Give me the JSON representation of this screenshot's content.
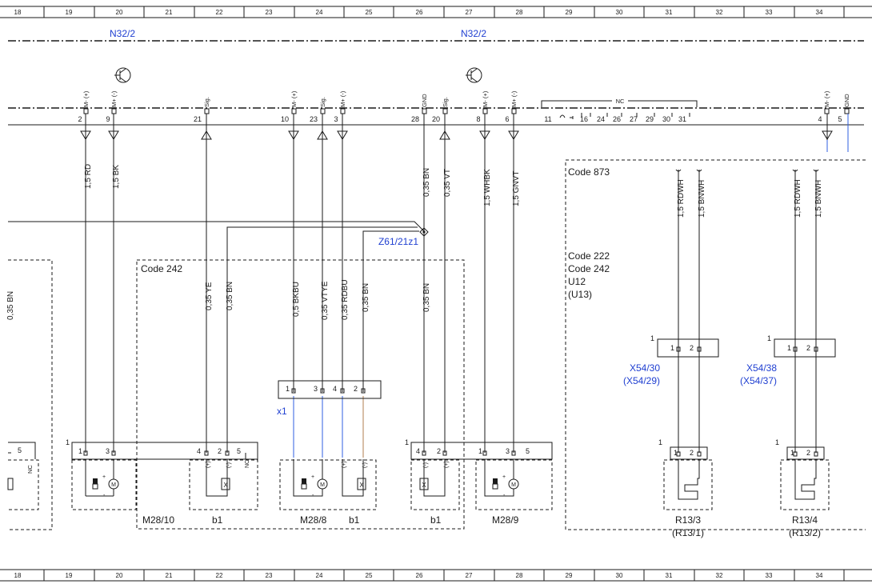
{
  "grid": {
    "top": [
      "18",
      "19",
      "20",
      "21",
      "22",
      "23",
      "24",
      "25",
      "26",
      "27",
      "28",
      "29",
      "30",
      "31",
      "32",
      "33",
      "34"
    ],
    "bottom": [
      "18",
      "19",
      "20",
      "21",
      "22",
      "23",
      "24",
      "25",
      "26",
      "27",
      "28",
      "29",
      "30",
      "31",
      "32",
      "33",
      "34"
    ]
  },
  "modules": {
    "left": "N32/2",
    "right": "N32/2"
  },
  "pins": [
    {
      "sig": "M- (+)",
      "num": "2"
    },
    {
      "sig": "M+ (-)",
      "num": "9"
    },
    {
      "sig": "Sig.",
      "num": "21"
    },
    {
      "sig": "M- (+)",
      "num": "10"
    },
    {
      "sig": "Sig.",
      "num": "23"
    },
    {
      "sig": "M+ (-)",
      "num": "3"
    },
    {
      "sig": "GND",
      "num": "28"
    },
    {
      "sig": "Sig.",
      "num": "20"
    },
    {
      "sig": "M- (+)",
      "num": "8"
    },
    {
      "sig": "M+ (-)",
      "num": "6"
    },
    {
      "sig": "M- (+)",
      "num": "4"
    },
    {
      "sig": "GND",
      "num": "5"
    }
  ],
  "nc": {
    "label": "NC",
    "pins": [
      "11",
      "16",
      "24",
      "26",
      "27",
      "29",
      "30",
      "31"
    ]
  },
  "wires": {
    "top": [
      "1,5 RD",
      "1,5 BK",
      "0,35 BN",
      "0,35 VT",
      "1,5 WHBK",
      "1,5 GNVT"
    ],
    "mid": [
      "0,35 YE",
      "0,35 BN",
      "0,5 BKBU",
      "0,35 VTYE",
      "0,35 RDBU",
      "0,35 BN",
      "0,35 BN"
    ],
    "left_edge": "0,35 BN",
    "heater": [
      "1,5 RDWH",
      "1,5 BNWH",
      "1,5 RDWH",
      "1,5 BNWH"
    ]
  },
  "splice": "Z61/21z1",
  "codes": {
    "code242": "Code 242",
    "code873": "Code 873",
    "block": [
      "Code 222",
      "Code 242",
      "U12",
      "(U13)"
    ]
  },
  "connectors": {
    "x1": {
      "label": "x1",
      "pins": [
        "1",
        "3",
        "4",
        "2"
      ]
    },
    "x54_30": {
      "label": [
        "X54/30",
        "(X54/29)"
      ],
      "first": "1",
      "pins": [
        "1",
        "2"
      ]
    },
    "x54_38": {
      "label": [
        "X54/38",
        "(X54/37)"
      ],
      "first": "1",
      "pins": [
        "1",
        "2"
      ]
    }
  },
  "components": {
    "left_partial": {
      "pin": "5",
      "nc": "NC"
    },
    "m28_10": {
      "label": "M28/10",
      "first": "1",
      "pins": [
        "1",
        "3",
        "4",
        "2",
        "5"
      ],
      "sub": "b1"
    },
    "m28_8": {
      "label": "M28/8",
      "sub": "b1"
    },
    "b1_m28_9": {
      "first": "1",
      "pins": [
        "4",
        "2",
        "1",
        "3",
        "5"
      ],
      "sub": "b1"
    },
    "m28_9": {
      "label": "M28/9"
    },
    "r13_3": {
      "first": "1",
      "pins": [
        "1",
        "2"
      ],
      "label": [
        "R13/3",
        "(R13/1)"
      ]
    },
    "r13_4": {
      "first": "1",
      "pins": [
        "1",
        "2"
      ],
      "label": [
        "R13/4",
        "(R13/2)"
      ]
    }
  },
  "symbols": {
    "plus": "+",
    "minus": "-",
    "pos": "(+)",
    "neg": "(-)",
    "nc": "NC",
    "meter": "M",
    "cross": "X"
  },
  "colors": {
    "ink": "#1a1a1a",
    "labels": "#1f3fd1",
    "wire_blue": "#2f5fe0",
    "wire_brown": "#b07c4f"
  }
}
